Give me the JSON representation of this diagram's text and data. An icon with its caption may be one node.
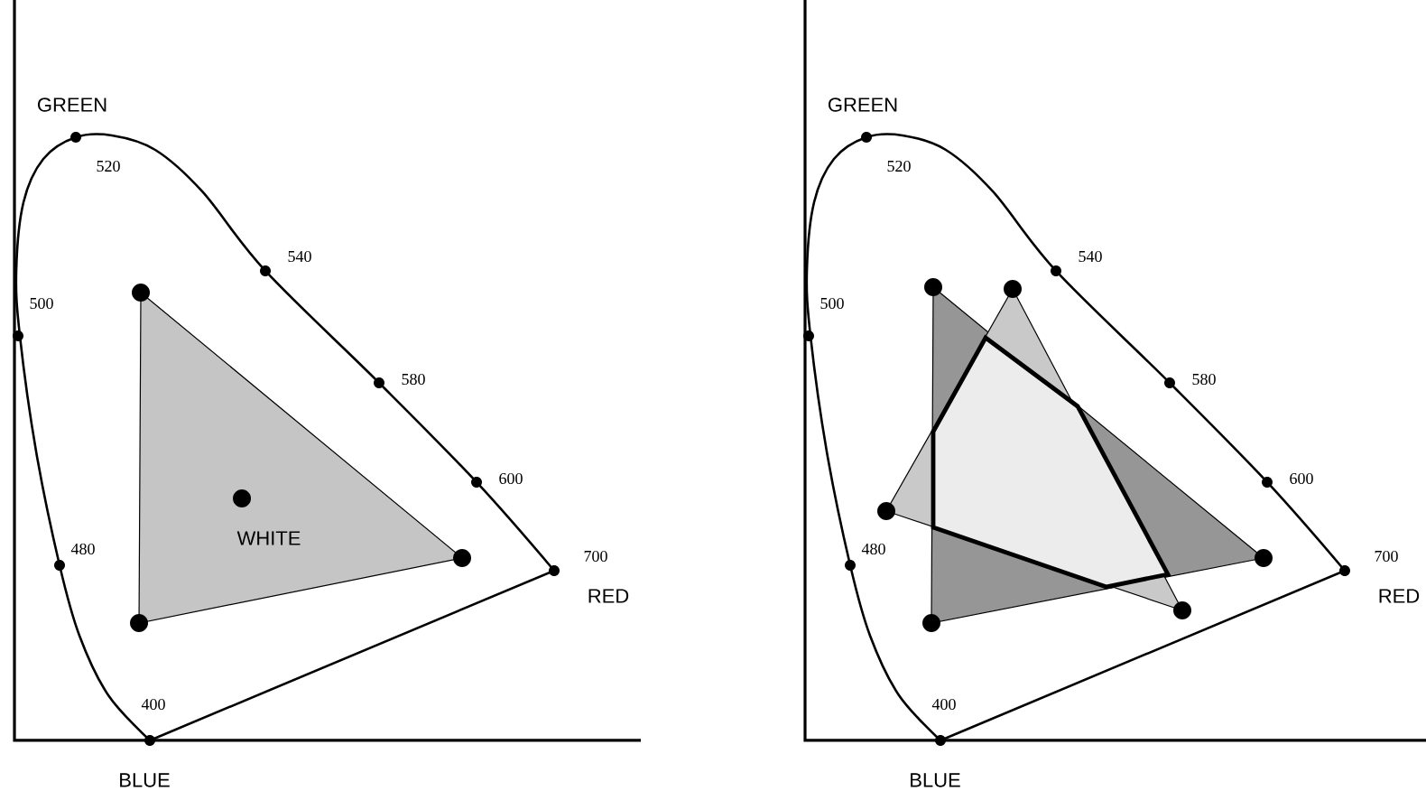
{
  "diagram": {
    "labels": [
      "GREEN",
      "520",
      "540",
      "500",
      "580",
      "600",
      "WHITE",
      "480",
      "700",
      "RED",
      "400",
      "BLUE",
      "GREEN",
      "520",
      "540",
      "500",
      "580",
      "600",
      "480",
      "700",
      "RED",
      "400",
      "BLUE"
    ]
  }
}
